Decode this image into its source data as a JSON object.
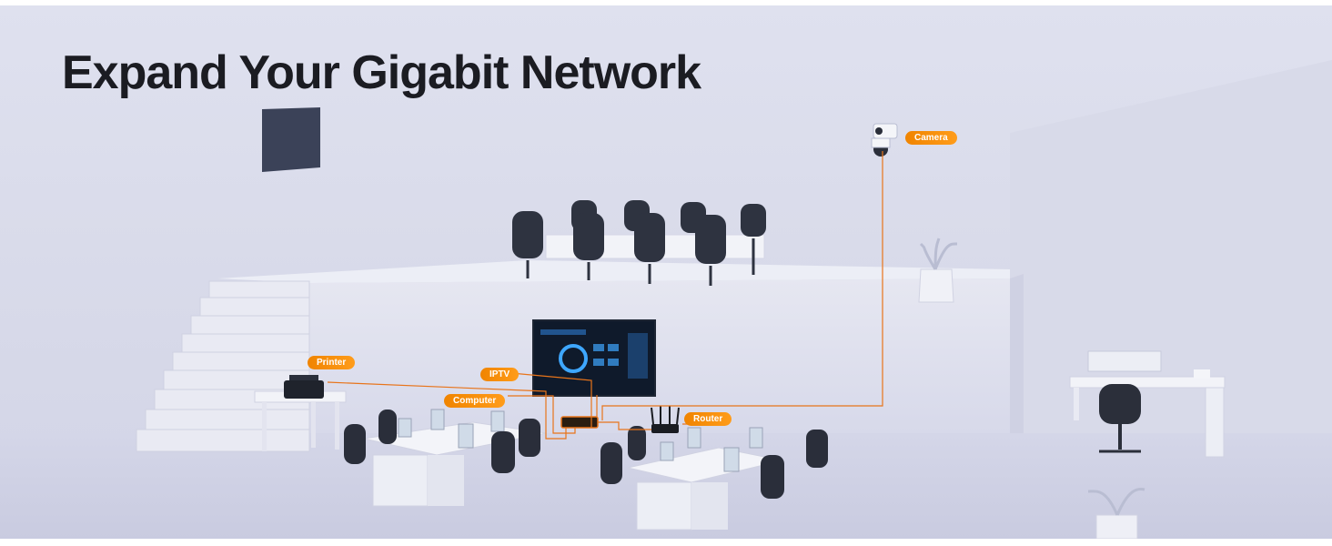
{
  "headline": "Expand Your Gigabit Network",
  "devices": {
    "camera": "Camera",
    "printer": "Printer",
    "iptv": "IPTV",
    "computer": "Computer",
    "router": "Router"
  },
  "colors": {
    "accent": "#f08400",
    "cable": "#e8741a",
    "title": "#1b1c22",
    "background": "#dcdeec"
  },
  "icons": [
    "camera-icon",
    "printer-icon",
    "tv-icon",
    "monitor-icon",
    "router-icon",
    "switch-icon",
    "office-chair-icon",
    "plant-icon"
  ]
}
